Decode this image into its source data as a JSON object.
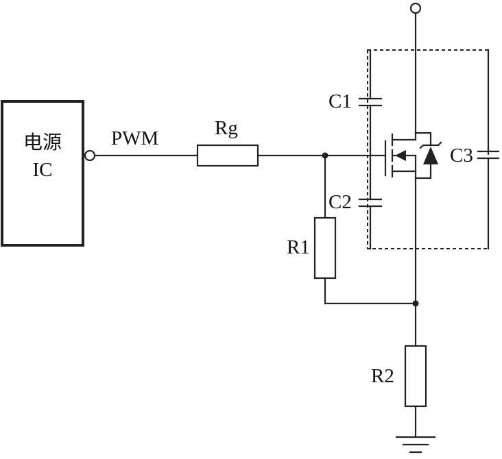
{
  "ic": {
    "line1": "电源",
    "line2": "IC"
  },
  "labels": {
    "pwm": "PWM",
    "rg": "Rg",
    "c1": "C1",
    "c2": "C2",
    "c3": "C3",
    "r1": "R1",
    "r2": "R2"
  }
}
